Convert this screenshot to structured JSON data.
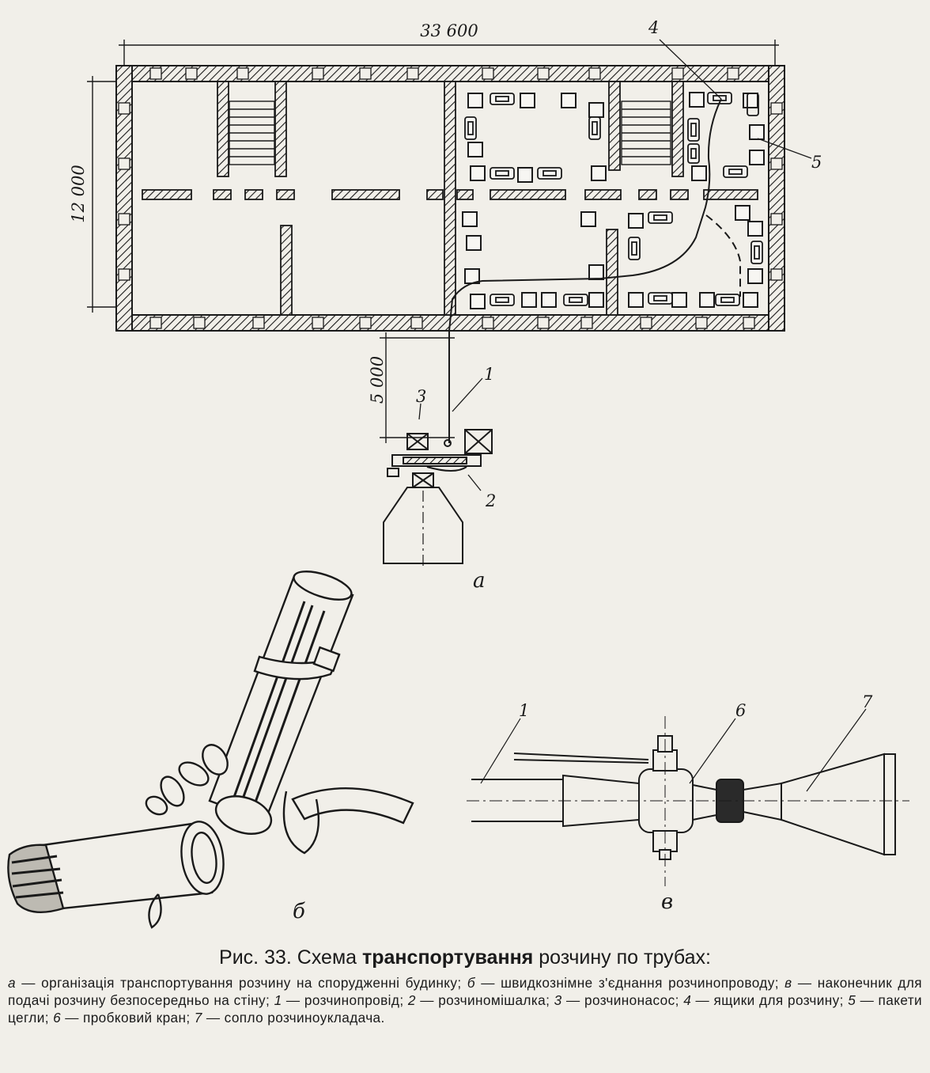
{
  "plan": {
    "dimension_length": "33 600",
    "dimension_width": "12 000",
    "dimension_distance": "5 000",
    "callouts": [
      "1",
      "2",
      "3",
      "4",
      "5"
    ]
  },
  "part_a_letter": "а",
  "part_b_letter": "б",
  "part_v_letter": "в",
  "nozzle_callouts": [
    "1",
    "6",
    "7"
  ],
  "caption": {
    "fig_prefix": "Рис. 33.",
    "title_plain": "Схема",
    "title_bold": "транспортування",
    "title_rest": "розчину по трубах:",
    "items": [
      {
        "key": "а",
        "text": "— організація транспортування розчину на спорудженні будинку;"
      },
      {
        "key": "б",
        "text": "— швидкознімне з'єднання розчинопроводу;"
      },
      {
        "key": "в",
        "text": "— наконечник для подачі розчину безпосередньо на стіну;"
      },
      {
        "key": "1",
        "text": "— розчинопровід;"
      },
      {
        "key": "2",
        "text": "— розчиномішалка;"
      },
      {
        "key": "3",
        "text": "— розчинонасос;"
      },
      {
        "key": "4",
        "text": "— ящики для розчину;"
      },
      {
        "key": "5",
        "text": "— пакети цегли;"
      },
      {
        "key": "6",
        "text": "— пробковий кран;"
      },
      {
        "key": "7",
        "text": "— сопло розчиноукладача."
      }
    ]
  }
}
